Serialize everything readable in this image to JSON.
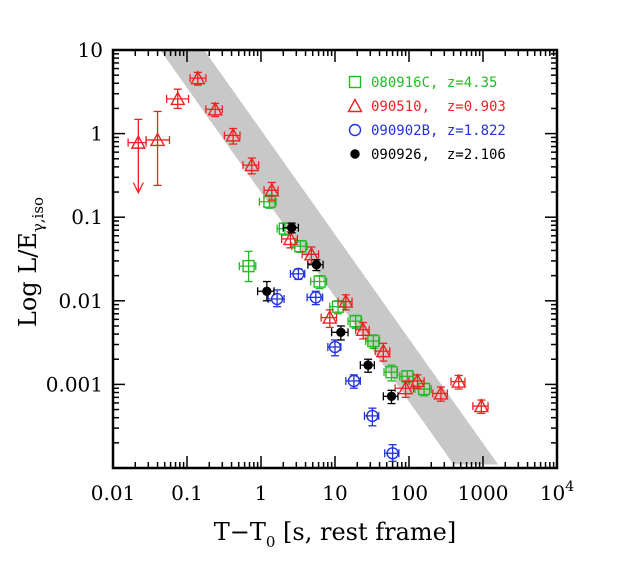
{
  "chart_data": {
    "type": "scatter",
    "xlabel": {
      "parts": [
        "T−T",
        "0",
        " [s, rest frame]"
      ]
    },
    "ylabel": {
      "parts": [
        "Log L/E",
        "γ,iso"
      ]
    },
    "xscale": "log",
    "yscale": "log",
    "xlim": [
      0.01,
      10000
    ],
    "ylim": [
      0.0001,
      10
    ],
    "x_ticks": [
      {
        "value": 0.01,
        "label": "0.01"
      },
      {
        "value": 0.1,
        "label": "0.1"
      },
      {
        "value": 1,
        "label": "1"
      },
      {
        "value": 10,
        "label": "10"
      },
      {
        "value": 100,
        "label": "100"
      },
      {
        "value": 1000,
        "label": "1000"
      },
      {
        "value": 10000,
        "label": "10",
        "sup": "4"
      }
    ],
    "y_ticks": [
      {
        "value": 10,
        "label": "10"
      },
      {
        "value": 1,
        "label": "1"
      },
      {
        "value": 0.1,
        "label": "0.1"
      },
      {
        "value": 0.01,
        "label": "0.01"
      },
      {
        "value": 0.001,
        "label": "0.001"
      }
    ],
    "grid": false,
    "legend_position": "top-right",
    "band": {
      "color": "#c8c8c8",
      "upper": [
        [
          0.025,
          20
        ],
        [
          400,
          0.00011
        ]
      ],
      "lower": [
        [
          0.098,
          20
        ],
        [
          1600,
          0.00011
        ]
      ]
    },
    "series": [
      {
        "name": "080916C, z=4.35",
        "color": "#22bb22",
        "marker": "square",
        "points": [
          {
            "x": 0.68,
            "y": 0.026,
            "xerr": [
              0.17,
              0.17
            ],
            "yerr": [
              0.009,
              0.013
            ]
          },
          {
            "x": 1.3,
            "y": 0.153,
            "xerr": [
              0.35,
              0.3
            ],
            "yerr": [
              0.025,
              0.03
            ]
          },
          {
            "x": 2.1,
            "y": 0.073,
            "xerr": [
              0.45,
              0.45
            ],
            "yerr": [
              0.012,
              0.012
            ]
          },
          {
            "x": 3.4,
            "y": 0.045,
            "xerr": [
              0.8,
              0.8
            ],
            "yerr": [
              0.007,
              0.007
            ]
          },
          {
            "x": 6.2,
            "y": 0.017,
            "xerr": [
              1.5,
              1.5
            ],
            "yerr": [
              0.003,
              0.003
            ]
          },
          {
            "x": 11,
            "y": 0.0085,
            "xerr": [
              2.5,
              2.5
            ],
            "yerr": [
              0.0015,
              0.0015
            ]
          },
          {
            "x": 19,
            "y": 0.0057,
            "xerr": [
              4,
              4
            ],
            "yerr": [
              0.001,
              0.001
            ]
          },
          {
            "x": 33,
            "y": 0.0033,
            "xerr": [
              7,
              7
            ],
            "yerr": [
              0.0006,
              0.0006
            ]
          },
          {
            "x": 58,
            "y": 0.0014,
            "xerr": [
              12,
              12
            ],
            "yerr": [
              0.0003,
              0.0003
            ]
          },
          {
            "x": 95,
            "y": 0.00125,
            "xerr": [
              20,
              20
            ],
            "yerr": [
              0.0002,
              0.0002
            ]
          },
          {
            "x": 160,
            "y": 0.00088,
            "xerr": [
              40,
              40
            ],
            "yerr": [
              0.00015,
              0.00015
            ]
          }
        ]
      },
      {
        "name": "090510,  z=0.903",
        "color": "#ee2222",
        "marker": "triangle",
        "points": [
          {
            "x": 0.022,
            "y": 0.78,
            "xerr": [
              0.006,
              0.006
            ],
            "yerr": [
              0.0,
              0.7
            ],
            "upper_limit": true
          },
          {
            "x": 0.04,
            "y": 0.84,
            "xerr": [
              0.012,
              0.018
            ],
            "yerr": [
              0.6,
              1.0
            ]
          },
          {
            "x": 0.075,
            "y": 2.6,
            "xerr": [
              0.022,
              0.03
            ],
            "yerr": [
              0.6,
              0.8
            ]
          },
          {
            "x": 0.14,
            "y": 4.6,
            "xerr": [
              0.03,
              0.04
            ],
            "yerr": [
              0.8,
              0.8
            ]
          },
          {
            "x": 0.24,
            "y": 1.95,
            "xerr": [
              0.06,
              0.06
            ],
            "yerr": [
              0.35,
              0.35
            ]
          },
          {
            "x": 0.42,
            "y": 0.95,
            "xerr": [
              0.1,
              0.1
            ],
            "yerr": [
              0.2,
              0.2
            ]
          },
          {
            "x": 0.75,
            "y": 0.42,
            "xerr": [
              0.18,
              0.18
            ],
            "yerr": [
              0.09,
              0.09
            ]
          },
          {
            "x": 1.4,
            "y": 0.21,
            "xerr": [
              0.3,
              0.3
            ],
            "yerr": [
              0.05,
              0.05
            ]
          },
          {
            "x": 2.5,
            "y": 0.055,
            "xerr": [
              0.6,
              0.6
            ],
            "yerr": [
              0.012,
              0.012
            ]
          },
          {
            "x": 4.8,
            "y": 0.036,
            "xerr": [
              1.2,
              1.2
            ],
            "yerr": [
              0.008,
              0.008
            ]
          },
          {
            "x": 8.5,
            "y": 0.0063,
            "xerr": [
              2,
              2
            ],
            "yerr": [
              0.0015,
              0.0015
            ]
          },
          {
            "x": 14,
            "y": 0.0098,
            "xerr": [
              3,
              3
            ],
            "yerr": [
              0.002,
              0.002
            ]
          },
          {
            "x": 24,
            "y": 0.0045,
            "xerr": [
              5,
              5
            ],
            "yerr": [
              0.001,
              0.001
            ]
          },
          {
            "x": 45,
            "y": 0.0025,
            "xerr": [
              10,
              10
            ],
            "yerr": [
              0.0006,
              0.0006
            ]
          },
          {
            "x": 90,
            "y": 0.0009,
            "xerr": [
              25,
              25
            ],
            "yerr": [
              0.0002,
              0.0002
            ]
          },
          {
            "x": 130,
            "y": 0.0011,
            "xerr": [
              30,
              30
            ],
            "yerr": [
              0.0002,
              0.0002
            ]
          },
          {
            "x": 270,
            "y": 0.00078,
            "xerr": [
              60,
              60
            ],
            "yerr": [
              0.00015,
              0.00015
            ]
          },
          {
            "x": 470,
            "y": 0.00108,
            "xerr": [
              100,
              100
            ],
            "yerr": [
              0.0002,
              0.0002
            ]
          },
          {
            "x": 950,
            "y": 0.00055,
            "xerr": [
              220,
              220
            ],
            "yerr": [
              0.0001,
              0.0001
            ]
          }
        ]
      },
      {
        "name": "090902B, z=1.822",
        "color": "#2233dd",
        "marker": "circle",
        "points": [
          {
            "x": 1.65,
            "y": 0.0105,
            "xerr": [
              0.4,
              0.4
            ],
            "yerr": [
              0.002,
              0.003
            ]
          },
          {
            "x": 3.2,
            "y": 0.021,
            "xerr": [
              0.7,
              0.7
            ],
            "yerr": [
              0.003,
              0.003
            ]
          },
          {
            "x": 5.5,
            "y": 0.011,
            "xerr": [
              1.3,
              1.3
            ],
            "yerr": [
              0.002,
              0.002
            ]
          },
          {
            "x": 10,
            "y": 0.0028,
            "xerr": [
              2,
              2
            ],
            "yerr": [
              0.0006,
              0.0006
            ]
          },
          {
            "x": 18,
            "y": 0.0011,
            "xerr": [
              4,
              4
            ],
            "yerr": [
              0.0002,
              0.0002
            ]
          },
          {
            "x": 32,
            "y": 0.00042,
            "xerr": [
              7,
              7
            ],
            "yerr": [
              0.0001,
              0.0001
            ]
          },
          {
            "x": 60,
            "y": 0.00015,
            "xerr": [
              13,
              13
            ],
            "yerr": [
              3e-05,
              4e-05
            ]
          }
        ]
      },
      {
        "name": "090926,  z=2.106",
        "color": "#000000",
        "marker": "dot",
        "points": [
          {
            "x": 1.2,
            "y": 0.013,
            "xerr": [
              0.3,
              0.3
            ],
            "yerr": [
              0.003,
              0.004
            ]
          },
          {
            "x": 2.6,
            "y": 0.075,
            "xerr": [
              0.6,
              0.6
            ],
            "yerr": [
              0.01,
              0.01
            ]
          },
          {
            "x": 5.6,
            "y": 0.027,
            "xerr": [
              1.3,
              1.3
            ],
            "yerr": [
              0.004,
              0.004
            ]
          },
          {
            "x": 12,
            "y": 0.0042,
            "xerr": [
              3,
              3
            ],
            "yerr": [
              0.0008,
              0.0008
            ]
          },
          {
            "x": 28,
            "y": 0.0017,
            "xerr": [
              6,
              6
            ],
            "yerr": [
              0.0003,
              0.0003
            ]
          },
          {
            "x": 58,
            "y": 0.00072,
            "xerr": [
              13,
              13
            ],
            "yerr": [
              0.00013,
              0.00013
            ]
          }
        ]
      }
    ]
  }
}
